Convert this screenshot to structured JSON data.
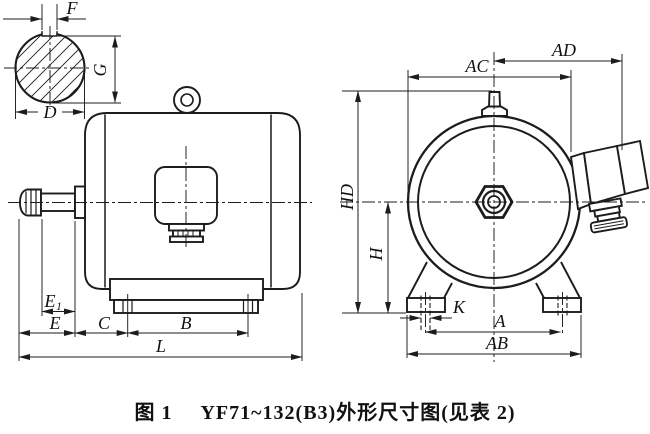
{
  "figure_caption": {
    "prefix": "图 1",
    "title": "YF71~132(B3)外形尺寸图(见表 2)"
  },
  "colors": {
    "ink": "#1c1c1c",
    "background": "#ffffff"
  },
  "views": {
    "shaft_section": {
      "labels": {
        "F": "F",
        "G": "G",
        "D": "D"
      }
    },
    "side": {
      "labels": {
        "E1_base": "E",
        "E1_sub": "1",
        "E": "E",
        "C": "C",
        "B": "B",
        "L": "L"
      }
    },
    "end": {
      "labels": {
        "HD": "HD",
        "H": "H",
        "K": "K",
        "A": "A",
        "AB": "AB",
        "AC": "AC",
        "AD": "AD"
      }
    }
  }
}
